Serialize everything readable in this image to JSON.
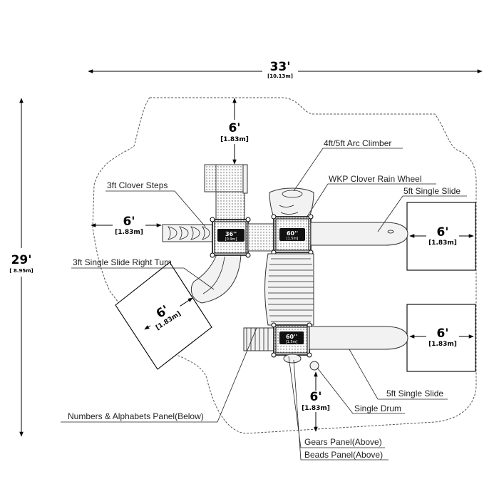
{
  "overall": {
    "width_ft": "33'",
    "width_m": "[10.13m]",
    "depth_ft": "29'",
    "depth_m": "[ 8.95m]"
  },
  "clearances": [
    {
      "ft": "6'",
      "m": "[1.83m]"
    },
    {
      "ft": "6'",
      "m": "[1.83m]"
    },
    {
      "ft": "6'",
      "m": "[1.83m]"
    },
    {
      "ft": "6'",
      "m": "[1.83m]"
    },
    {
      "ft": "6'",
      "m": "[1.83m]"
    },
    {
      "ft": "6'",
      "m": "[1.83m]"
    }
  ],
  "decks": [
    {
      "height": "36''",
      "metric": "[0.9m]"
    },
    {
      "height": "60''",
      "metric": "[1.5m]"
    },
    {
      "height": "60''",
      "metric": "[1.5m]"
    }
  ],
  "callouts": {
    "arc_climber": "4ft/5ft Arc Climber",
    "clover_steps": "3ft Clover Steps",
    "rain_wheel": "WKP Clover Rain Wheel",
    "single_slide_top": "5ft Single Slide",
    "slide_right_turn": "3ft Single Slide Right Turn",
    "single_slide_bottom": "5ft Single Slide",
    "single_drum": "Single Drum",
    "numbers_panel": "Numbers & Alphabets Panel(Below)",
    "gears_panel": "Gears Panel(Above)",
    "beads_panel": "Beads Panel(Above)"
  }
}
